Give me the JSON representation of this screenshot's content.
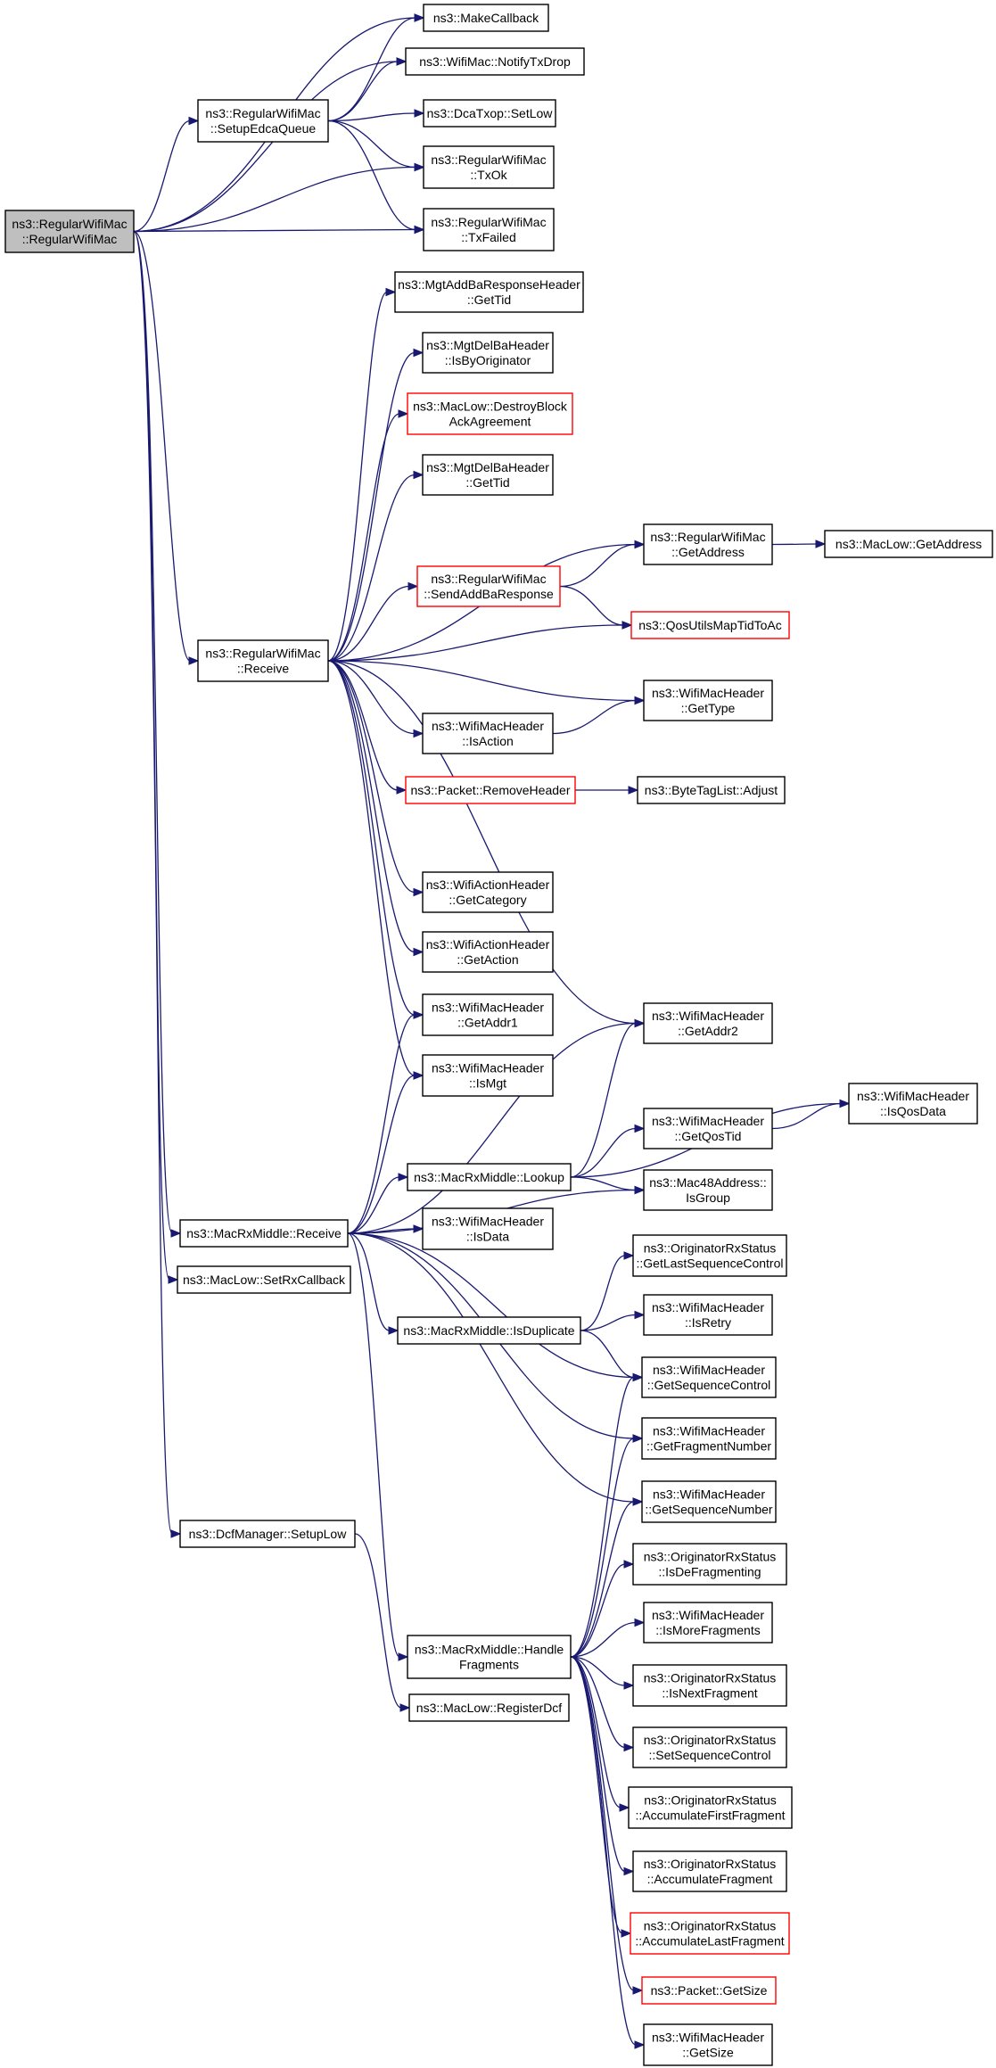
{
  "colors": {
    "edge": "#191970",
    "normal_border": "#000000",
    "red_border": "#ff0000",
    "root_fill": "#bfbfbf"
  },
  "nodes": [
    {
      "id": "rwm_ctor",
      "lines": [
        "ns3::RegularWifiMac",
        "::RegularWifiMac"
      ],
      "border": "black",
      "root": true
    },
    {
      "id": "make_cb",
      "lines": [
        "ns3::MakeCallback"
      ],
      "border": "black"
    },
    {
      "id": "notify_txdrop",
      "lines": [
        "ns3::WifiMac::NotifyTxDrop"
      ],
      "border": "black"
    },
    {
      "id": "setup_edca",
      "lines": [
        "ns3::RegularWifiMac",
        "::SetupEdcaQueue"
      ],
      "border": "black"
    },
    {
      "id": "dcatxop_setlow",
      "lines": [
        "ns3::DcaTxop::SetLow"
      ],
      "border": "black"
    },
    {
      "id": "txok",
      "lines": [
        "ns3::RegularWifiMac",
        "::TxOk"
      ],
      "border": "black"
    },
    {
      "id": "txfailed",
      "lines": [
        "ns3::RegularWifiMac",
        "::TxFailed"
      ],
      "border": "black"
    },
    {
      "id": "mgtaddba_gettid",
      "lines": [
        "ns3::MgtAddBaResponseHeader",
        "::GetTid"
      ],
      "border": "black"
    },
    {
      "id": "delba_isorig",
      "lines": [
        "ns3::MgtDelBaHeader",
        "::IsByOriginator"
      ],
      "border": "black"
    },
    {
      "id": "destroyblock",
      "lines": [
        "ns3::MacLow::DestroyBlock",
        "AckAgreement"
      ],
      "border": "red"
    },
    {
      "id": "delba_gettid",
      "lines": [
        "ns3::MgtDelBaHeader",
        "::GetTid"
      ],
      "border": "black"
    },
    {
      "id": "rwm_getaddress",
      "lines": [
        "ns3::RegularWifiMac",
        "::GetAddress"
      ],
      "border": "black"
    },
    {
      "id": "maclow_getaddress",
      "lines": [
        "ns3::MacLow::GetAddress"
      ],
      "border": "black"
    },
    {
      "id": "sendaddba",
      "lines": [
        "ns3::RegularWifiMac",
        "::SendAddBaResponse"
      ],
      "border": "red"
    },
    {
      "id": "qosmap",
      "lines": [
        "ns3::QosUtilsMapTidToAc"
      ],
      "border": "red"
    },
    {
      "id": "rwm_receive",
      "lines": [
        "ns3::RegularWifiMac",
        "::Receive"
      ],
      "border": "black"
    },
    {
      "id": "hdr_gettype",
      "lines": [
        "ns3::WifiMacHeader",
        "::GetType"
      ],
      "border": "black"
    },
    {
      "id": "hdr_isaction",
      "lines": [
        "ns3::WifiMacHeader",
        "::IsAction"
      ],
      "border": "black"
    },
    {
      "id": "removeheader",
      "lines": [
        "ns3::Packet::RemoveHeader"
      ],
      "border": "red"
    },
    {
      "id": "bytetag_adjust",
      "lines": [
        "ns3::ByteTagList::Adjust"
      ],
      "border": "black"
    },
    {
      "id": "action_getcat",
      "lines": [
        "ns3::WifiActionHeader",
        "::GetCategory"
      ],
      "border": "black"
    },
    {
      "id": "action_getaction",
      "lines": [
        "ns3::WifiActionHeader",
        "::GetAction"
      ],
      "border": "black"
    },
    {
      "id": "hdr_getaddr1",
      "lines": [
        "ns3::WifiMacHeader",
        "::GetAddr1"
      ],
      "border": "black"
    },
    {
      "id": "hdr_getaddr2",
      "lines": [
        "ns3::WifiMacHeader",
        "::GetAddr2"
      ],
      "border": "black"
    },
    {
      "id": "hdr_ismgt",
      "lines": [
        "ns3::WifiMacHeader",
        "::IsMgt"
      ],
      "border": "black"
    },
    {
      "id": "hdr_isqosdata",
      "lines": [
        "ns3::WifiMacHeader",
        "::IsQosData"
      ],
      "border": "black"
    },
    {
      "id": "hdr_getqostid",
      "lines": [
        "ns3::WifiMacHeader",
        "::GetQosTid"
      ],
      "border": "black"
    },
    {
      "id": "mrm_lookup",
      "lines": [
        "ns3::MacRxMiddle::Lookup"
      ],
      "border": "black"
    },
    {
      "id": "mac48_isgroup",
      "lines": [
        "ns3::Mac48Address::",
        "IsGroup"
      ],
      "border": "black"
    },
    {
      "id": "mrm_receive",
      "lines": [
        "ns3::MacRxMiddle::Receive"
      ],
      "border": "black"
    },
    {
      "id": "hdr_isdata",
      "lines": [
        "ns3::WifiMacHeader",
        "::IsData"
      ],
      "border": "black"
    },
    {
      "id": "setrxcb",
      "lines": [
        "ns3::MacLow::SetRxCallback"
      ],
      "border": "black"
    },
    {
      "id": "ors_getlastseq",
      "lines": [
        "ns3::OriginatorRxStatus",
        "::GetLastSequenceControl"
      ],
      "border": "black"
    },
    {
      "id": "hdr_isretry",
      "lines": [
        "ns3::WifiMacHeader",
        "::IsRetry"
      ],
      "border": "black"
    },
    {
      "id": "mrm_isdup",
      "lines": [
        "ns3::MacRxMiddle::IsDuplicate"
      ],
      "border": "black"
    },
    {
      "id": "hdr_getseqctrl",
      "lines": [
        "ns3::WifiMacHeader",
        "::GetSequenceControl"
      ],
      "border": "black"
    },
    {
      "id": "hdr_getfragnum",
      "lines": [
        "ns3::WifiMacHeader",
        "::GetFragmentNumber"
      ],
      "border": "black"
    },
    {
      "id": "hdr_getseqnum",
      "lines": [
        "ns3::WifiMacHeader",
        "::GetSequenceNumber"
      ],
      "border": "black"
    },
    {
      "id": "dcf_setuplow",
      "lines": [
        "ns3::DcfManager::SetupLow"
      ],
      "border": "black"
    },
    {
      "id": "ors_isdefrag",
      "lines": [
        "ns3::OriginatorRxStatus",
        "::IsDeFragmenting"
      ],
      "border": "black"
    },
    {
      "id": "hdr_ismorefrag",
      "lines": [
        "ns3::WifiMacHeader",
        "::IsMoreFragments"
      ],
      "border": "black"
    },
    {
      "id": "mrm_handlefrag",
      "lines": [
        "ns3::MacRxMiddle::Handle",
        "Fragments"
      ],
      "border": "black"
    },
    {
      "id": "ors_isnextfrag",
      "lines": [
        "ns3::OriginatorRxStatus",
        "::IsNextFragment"
      ],
      "border": "black"
    },
    {
      "id": "registerdcf",
      "lines": [
        "ns3::MacLow::RegisterDcf"
      ],
      "border": "black"
    },
    {
      "id": "ors_setseqctrl",
      "lines": [
        "ns3::OriginatorRxStatus",
        "::SetSequenceControl"
      ],
      "border": "black"
    },
    {
      "id": "ors_accfirst",
      "lines": [
        "ns3::OriginatorRxStatus",
        "::AccumulateFirstFragment"
      ],
      "border": "black"
    },
    {
      "id": "ors_accfrag",
      "lines": [
        "ns3::OriginatorRxStatus",
        "::AccumulateFragment"
      ],
      "border": "black"
    },
    {
      "id": "ors_acclast",
      "lines": [
        "ns3::OriginatorRxStatus",
        "::AccumulateLastFragment"
      ],
      "border": "red"
    },
    {
      "id": "pkt_getsize",
      "lines": [
        "ns3::Packet::GetSize"
      ],
      "border": "red"
    },
    {
      "id": "hdr_getsize",
      "lines": [
        "ns3::WifiMacHeader",
        "::GetSize"
      ],
      "border": "black"
    }
  ],
  "edges": [
    [
      "rwm_ctor",
      "make_cb"
    ],
    [
      "rwm_ctor",
      "notify_txdrop"
    ],
    [
      "rwm_ctor",
      "setup_edca"
    ],
    [
      "rwm_ctor",
      "txok"
    ],
    [
      "rwm_ctor",
      "txfailed"
    ],
    [
      "rwm_ctor",
      "rwm_receive"
    ],
    [
      "rwm_ctor",
      "mrm_receive"
    ],
    [
      "rwm_ctor",
      "setrxcb"
    ],
    [
      "rwm_ctor",
      "dcf_setuplow"
    ],
    [
      "setup_edca",
      "make_cb"
    ],
    [
      "setup_edca",
      "notify_txdrop"
    ],
    [
      "setup_edca",
      "dcatxop_setlow"
    ],
    [
      "setup_edca",
      "txok"
    ],
    [
      "setup_edca",
      "txfailed"
    ],
    [
      "rwm_receive",
      "mgtaddba_gettid"
    ],
    [
      "rwm_receive",
      "delba_isorig"
    ],
    [
      "rwm_receive",
      "destroyblock"
    ],
    [
      "rwm_receive",
      "delba_gettid"
    ],
    [
      "rwm_receive",
      "rwm_getaddress"
    ],
    [
      "rwm_receive",
      "sendaddba"
    ],
    [
      "rwm_receive",
      "qosmap"
    ],
    [
      "rwm_receive",
      "hdr_gettype"
    ],
    [
      "rwm_receive",
      "hdr_isaction"
    ],
    [
      "rwm_receive",
      "removeheader"
    ],
    [
      "rwm_receive",
      "hdr_getaddr2"
    ],
    [
      "rwm_receive",
      "action_getcat"
    ],
    [
      "rwm_receive",
      "action_getaction"
    ],
    [
      "rwm_receive",
      "hdr_getaddr1"
    ],
    [
      "rwm_receive",
      "hdr_ismgt"
    ],
    [
      "rwm_getaddress",
      "maclow_getaddress"
    ],
    [
      "sendaddba",
      "rwm_getaddress"
    ],
    [
      "sendaddba",
      "qosmap"
    ],
    [
      "hdr_isaction",
      "hdr_gettype"
    ],
    [
      "removeheader",
      "bytetag_adjust"
    ],
    [
      "mrm_receive",
      "hdr_getaddr1"
    ],
    [
      "mrm_receive",
      "hdr_ismgt"
    ],
    [
      "mrm_receive",
      "hdr_getaddr2"
    ],
    [
      "mrm_receive",
      "mrm_lookup"
    ],
    [
      "mrm_receive",
      "hdr_isdata"
    ],
    [
      "mrm_receive",
      "mac48_isgroup"
    ],
    [
      "mrm_receive",
      "mrm_isdup"
    ],
    [
      "mrm_receive",
      "hdr_getseqctrl"
    ],
    [
      "mrm_receive",
      "hdr_getfragnum"
    ],
    [
      "mrm_receive",
      "hdr_getseqnum"
    ],
    [
      "mrm_receive",
      "mrm_handlefrag"
    ],
    [
      "mrm_lookup",
      "hdr_getaddr2"
    ],
    [
      "mrm_lookup",
      "hdr_isqosdata"
    ],
    [
      "mrm_lookup",
      "hdr_getqostid"
    ],
    [
      "mrm_lookup",
      "mac48_isgroup"
    ],
    [
      "hdr_getqostid",
      "hdr_isqosdata"
    ],
    [
      "mrm_isdup",
      "ors_getlastseq"
    ],
    [
      "mrm_isdup",
      "hdr_isretry"
    ],
    [
      "mrm_isdup",
      "hdr_getseqctrl"
    ],
    [
      "dcf_setuplow",
      "registerdcf"
    ],
    [
      "mrm_handlefrag",
      "hdr_getseqctrl"
    ],
    [
      "mrm_handlefrag",
      "hdr_getfragnum"
    ],
    [
      "mrm_handlefrag",
      "hdr_getseqnum"
    ],
    [
      "mrm_handlefrag",
      "ors_isdefrag"
    ],
    [
      "mrm_handlefrag",
      "hdr_ismorefrag"
    ],
    [
      "mrm_handlefrag",
      "ors_isnextfrag"
    ],
    [
      "mrm_handlefrag",
      "ors_setseqctrl"
    ],
    [
      "mrm_handlefrag",
      "ors_accfirst"
    ],
    [
      "mrm_handlefrag",
      "ors_accfrag"
    ],
    [
      "mrm_handlefrag",
      "ors_acclast"
    ],
    [
      "mrm_handlefrag",
      "pkt_getsize"
    ],
    [
      "mrm_handlefrag",
      "hdr_getsize"
    ]
  ]
}
